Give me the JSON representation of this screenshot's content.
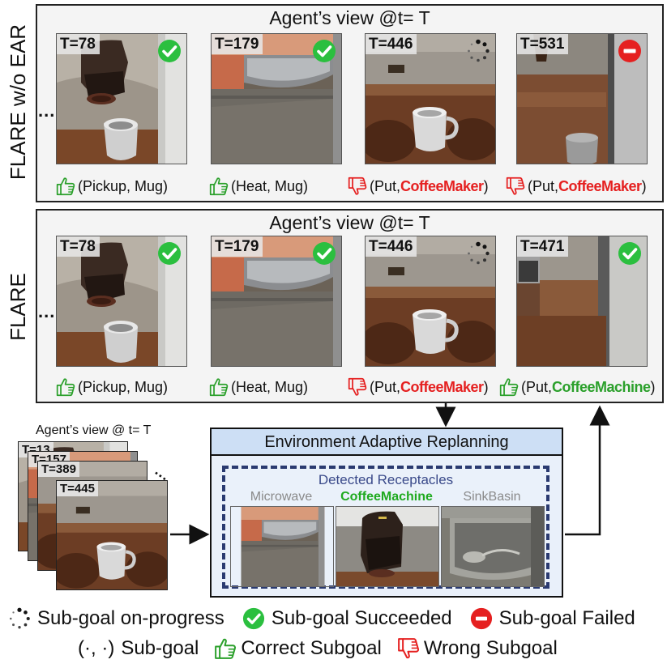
{
  "top_panel": {
    "title": "Agent’s view @t= T",
    "side_label": "FLARE w/o EAR",
    "ellipsis": "...",
    "frames": [
      {
        "t": "T=78",
        "status": "succeeded",
        "action": "(Pickup, Mug)",
        "verb": "",
        "object": "",
        "correct": true
      },
      {
        "t": "T=179",
        "status": "succeeded",
        "action": " (Heat, Mug)",
        "verb": "",
        "object": "",
        "correct": true
      },
      {
        "t": "T=446",
        "status": "on-progress",
        "action": "",
        "verb": "(Put, ",
        "object": "CoffeeMaker",
        "correct": false
      },
      {
        "t": "T=531",
        "status": "failed",
        "action": "",
        "verb": "(Put, ",
        "object": "CoffeeMaker",
        "correct": false
      }
    ]
  },
  "bottom_panel": {
    "title": "Agent’s view @t= T",
    "side_label": "FLARE",
    "ellipsis": "...",
    "frames": [
      {
        "t": "T=78",
        "status": "succeeded",
        "action": "(Pickup, Mug)",
        "verb": "",
        "object": "",
        "correct": true
      },
      {
        "t": "T=179",
        "status": "succeeded",
        "action": " (Heat, Mug)",
        "verb": "",
        "object": "",
        "correct": true
      },
      {
        "t": "T=446",
        "status": "on-progress",
        "action": "",
        "verb": "(Put, ",
        "object": "CoffeeMaker",
        "correct": false
      },
      {
        "t": "T=471",
        "status": "succeeded",
        "action": "",
        "verb": "(Put, ",
        "object": "CoffeeMachine",
        "correct": true
      }
    ]
  },
  "stack": {
    "label": "Agent’s view @ t= T",
    "stamps": [
      "T=13",
      "T=157",
      "T=389",
      "T=445"
    ]
  },
  "ear": {
    "title": "Environment Adaptive Replanning",
    "detected_title": "Detected Receptacles",
    "receptacles": [
      {
        "label": "Microwave",
        "selected": false
      },
      {
        "label": "CoffeeMachine",
        "selected": true
      },
      {
        "label": "SinkBasin",
        "selected": false
      }
    ]
  },
  "legend": {
    "on_progress": "Sub-goal on-progress",
    "succeeded": "Sub-goal Succeeded",
    "failed": "Sub-goal Failed",
    "subgoal_symbol": "(·, ·)",
    "subgoal": "Sub-goal",
    "correct": "Correct Subgoal",
    "wrong": "Wrong Subgoal"
  },
  "colors": {
    "success_green": "#2bbf3f",
    "fail_red": "#e52020",
    "thumb_green": "#2ba02b",
    "thumb_red": "#e52020",
    "ear_header": "#cddff5",
    "ear_body": "#e9f0fa"
  }
}
